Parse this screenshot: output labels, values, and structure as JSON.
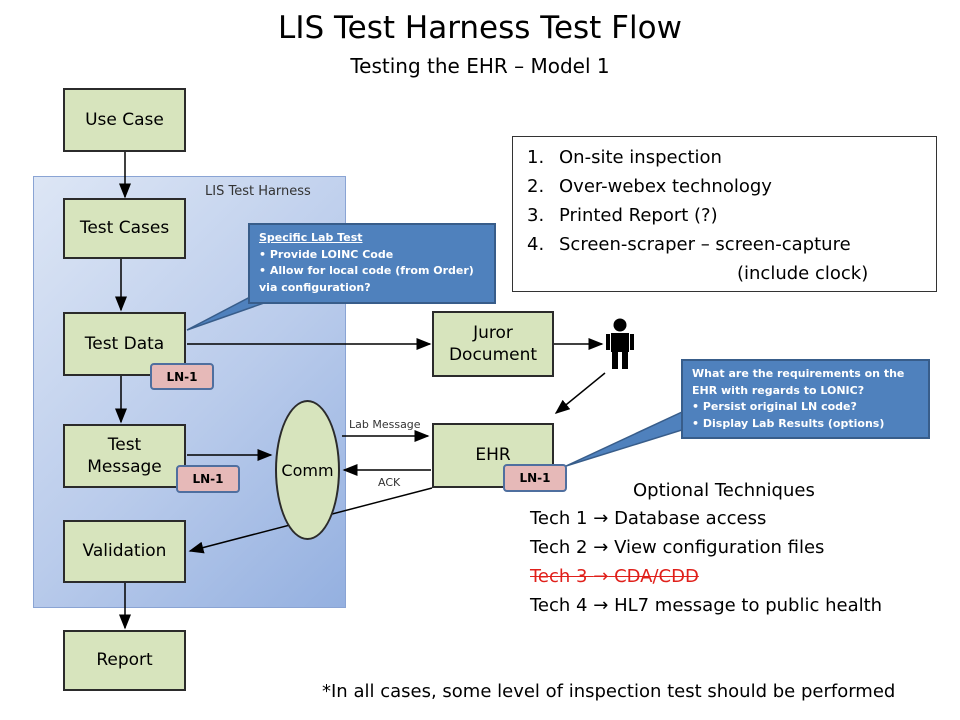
{
  "title": "LIS Test Harness Test Flow",
  "subtitle": "Testing the EHR – Model 1",
  "harness_label": "LIS Test Harness",
  "boxes": {
    "use_case": "Use Case",
    "test_cases": "Test Cases",
    "test_data": "Test Data",
    "test_message": "Test Message",
    "validation": "Validation",
    "report": "Report",
    "juror_document": "Juror Document",
    "ehr": "EHR",
    "comm": "Comm"
  },
  "badges": {
    "ln1": "LN-1"
  },
  "arrow_labels": {
    "lab_message": "Lab Message",
    "ack": "ACK"
  },
  "callout_lab_test": {
    "heading": "Specific Lab Test",
    "items": [
      "Provide LOINC Code",
      "Allow for local code (from Order)  via configuration?"
    ]
  },
  "callout_requirements": {
    "heading": "What are the requirements on the EHR with regards to LONIC?",
    "items": [
      "Persist original LN code?",
      "Display Lab Results (options)"
    ]
  },
  "inspection_list": [
    {
      "num": "1.",
      "text": "On-site inspection"
    },
    {
      "num": "2.",
      "text": "Over-webex technology"
    },
    {
      "num": "3.",
      "text": "Printed Report (?)"
    },
    {
      "num": "4.",
      "text": "Screen-scraper – screen-capture"
    }
  ],
  "inspection_list_continuation": "(include clock)",
  "optional_techniques": {
    "heading": "Optional Techniques",
    "items": [
      {
        "label": "Tech 1",
        "text": "Database access"
      },
      {
        "label": "Tech 2",
        "text": "View configuration files"
      },
      {
        "label": "Tech 3",
        "text": "CDA/CDD"
      },
      {
        "label": "Tech 4",
        "text": "HL7 message to public health"
      }
    ]
  },
  "footnote": "*In all cases, some level of inspection test should be performed",
  "icons": {
    "person": "person-icon"
  },
  "colors": {
    "box_fill": "#d7e4bd",
    "callout_fill": "#4f81bd",
    "badge_fill": "#e6b9b8",
    "strike_red": "#e0201b"
  }
}
